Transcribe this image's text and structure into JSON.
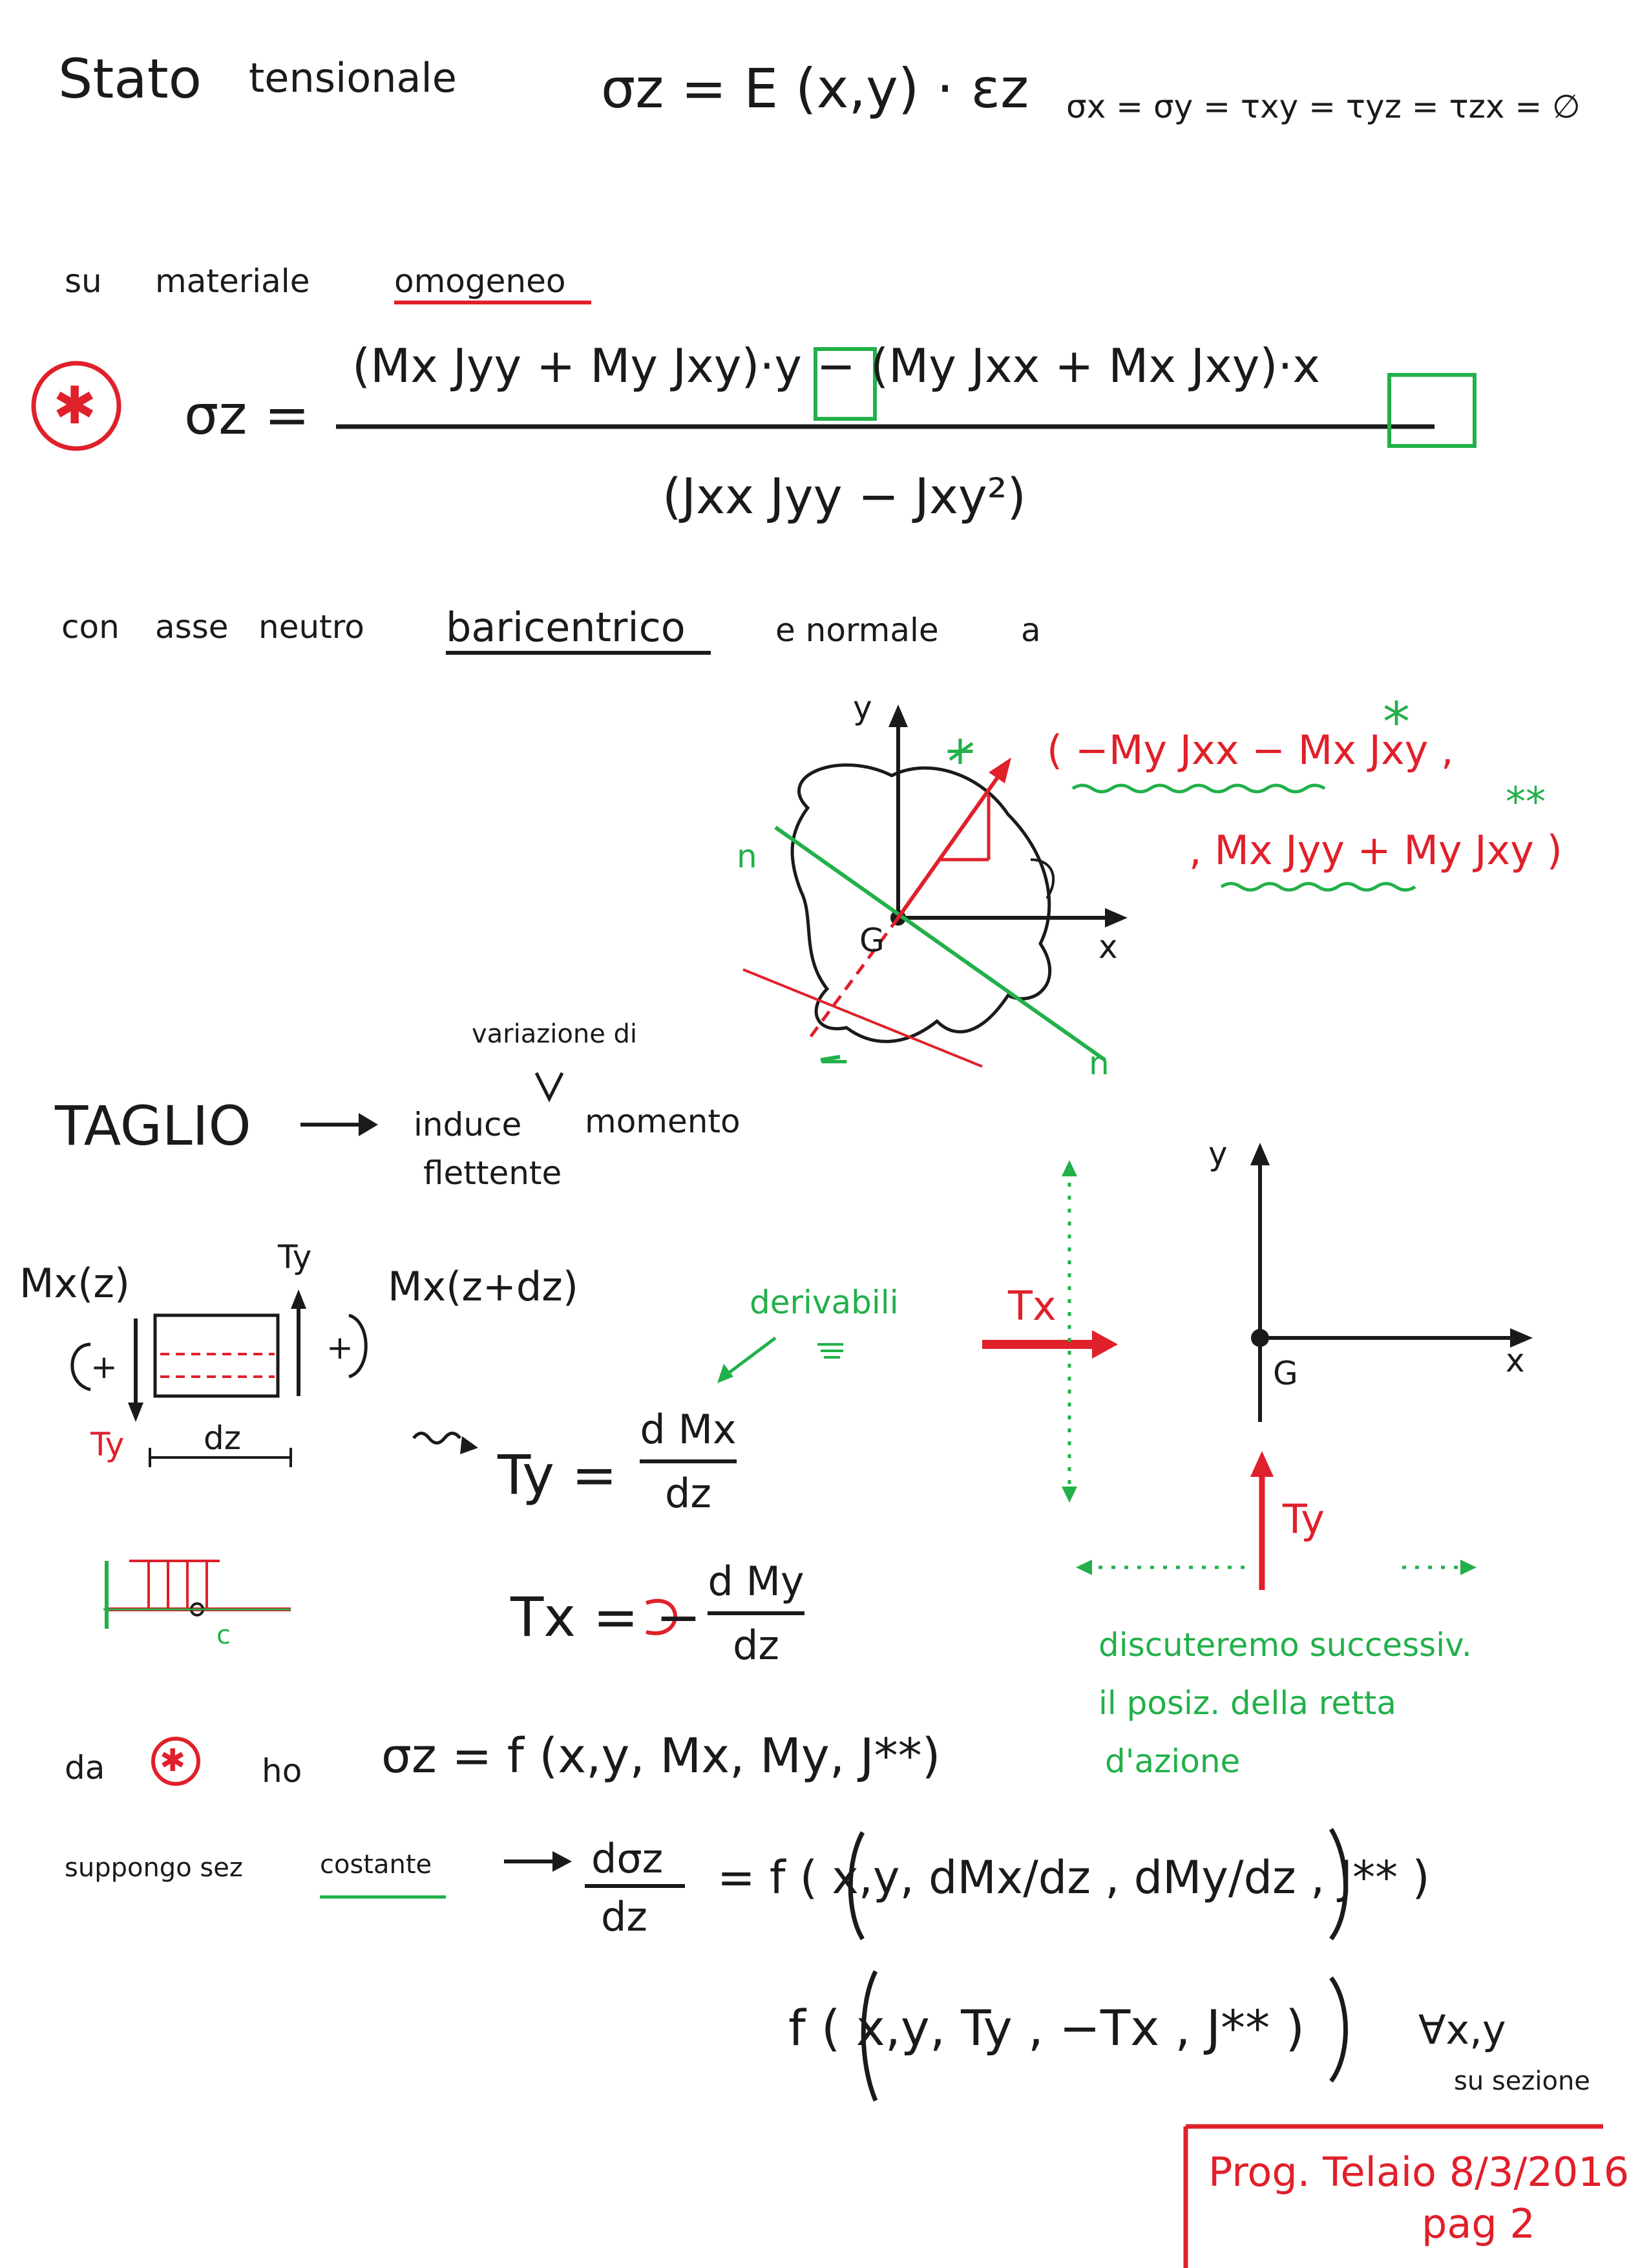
{
  "header": {
    "title": "Stato",
    "subtitle": "tensionale",
    "eq_main": "σz = E (x,y) · εz",
    "eq_zero": "σx = σy = τxy = τyz = τzx = ∅"
  },
  "homogeneous": {
    "label_su": "su",
    "label_materiale": "materiale",
    "label_omogeneo": "omogeneo",
    "star": "✱",
    "lhs": "σz =",
    "numerator": "(Mx Jyy + My Jxy)·y − (My Jxx + Mx Jxy)·x",
    "denominator": "(Jxx Jyy − Jxy²)"
  },
  "neutral_axis": {
    "text_con": "con",
    "text_asse": "asse",
    "text_neutro": "neutro",
    "text_baricentrico": "baricentrico",
    "text_e_normale": "e normale",
    "text_a": "a",
    "vector_line1": "( −My Jxx − Mx Jxy ,",
    "vector_line2": ", Mx Jyy + My Jxy )",
    "star1": "*",
    "star2": "**",
    "axis_y": "y",
    "axis_x": "x",
    "label_g": "G",
    "label_n_left": "n",
    "label_n_right": "n",
    "plus": "+",
    "minus": "−"
  },
  "shear": {
    "variazione": "variazione di",
    "taglio": "TAGLIO",
    "induce": "induce",
    "momento": "momento",
    "flettente": "flettente",
    "mx_z": "Mx(z)",
    "mx_zdz": "Mx(z+dz)",
    "ty_top": "Ty",
    "ty_bottom": "Ty",
    "dz": "dz",
    "plus_left": "+",
    "plus_right": "+",
    "derivabili": "derivabili",
    "ty_eq_lhs": "Ty =",
    "ty_eq_num": "d Mx",
    "ty_eq_den": "dz",
    "tx_eq_lhs": "Tx = −",
    "tx_eq_num": "d My",
    "tx_eq_den": "dz",
    "support_c": "c"
  },
  "section_diagram": {
    "axis_y": "y",
    "axis_x": "x",
    "label_g": "G",
    "tx": "Tx",
    "ty": "Ty",
    "note_line1": "discuteremo successiv.",
    "note_line2": "il posiz. della retta",
    "note_line3": "d'azione"
  },
  "derivation": {
    "da": "da",
    "ho": "ho",
    "eq1": "σz = f (x,y, Mx, My, J**)",
    "suppongo": "suppongo sez",
    "costante": "costante",
    "eq2_lhs_num": "dσz",
    "eq2_lhs_den": "dz",
    "eq2_rhs": "= f ( x,y, dMx/dz , dMy/dz , J** )",
    "eq3": "f ( x,y, Ty , −Tx , J** )",
    "forall": "∀x,y",
    "su_sezione": "su sezione"
  },
  "footer": {
    "line1": "Prog. Telaio 8/3/2016",
    "line2": "pag 2"
  },
  "colors": {
    "ink": "#1a1a1a",
    "red": "#e0202a",
    "green": "#22b04a"
  }
}
